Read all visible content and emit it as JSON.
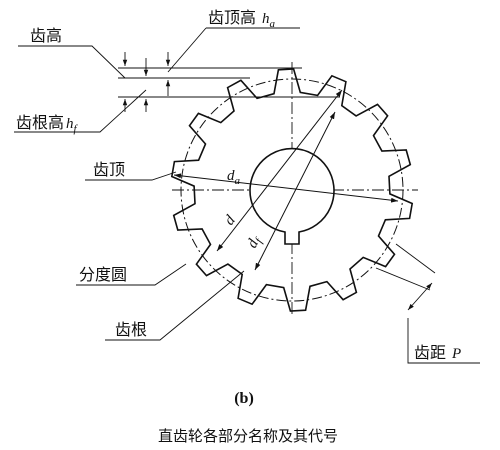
{
  "labels": {
    "tooth_height": "齿高",
    "addendum": "齿顶高",
    "addendum_sym": "h",
    "addendum_sub": "a",
    "dedendum": "齿根高",
    "dedendum_sym": "h",
    "dedendum_sub": "f",
    "tooth_tip": "齿顶",
    "pitch_circle": "分度圆",
    "tooth_root": "齿根",
    "pitch": "齿距",
    "pitch_sym": "P",
    "da_sym": "d",
    "da_sub": "a",
    "d_sym": "d",
    "df_sym": "d",
    "df_sub": "f"
  },
  "caption": {
    "part": "(b)",
    "title": "直齿轮各部分名称及其代号"
  }
}
